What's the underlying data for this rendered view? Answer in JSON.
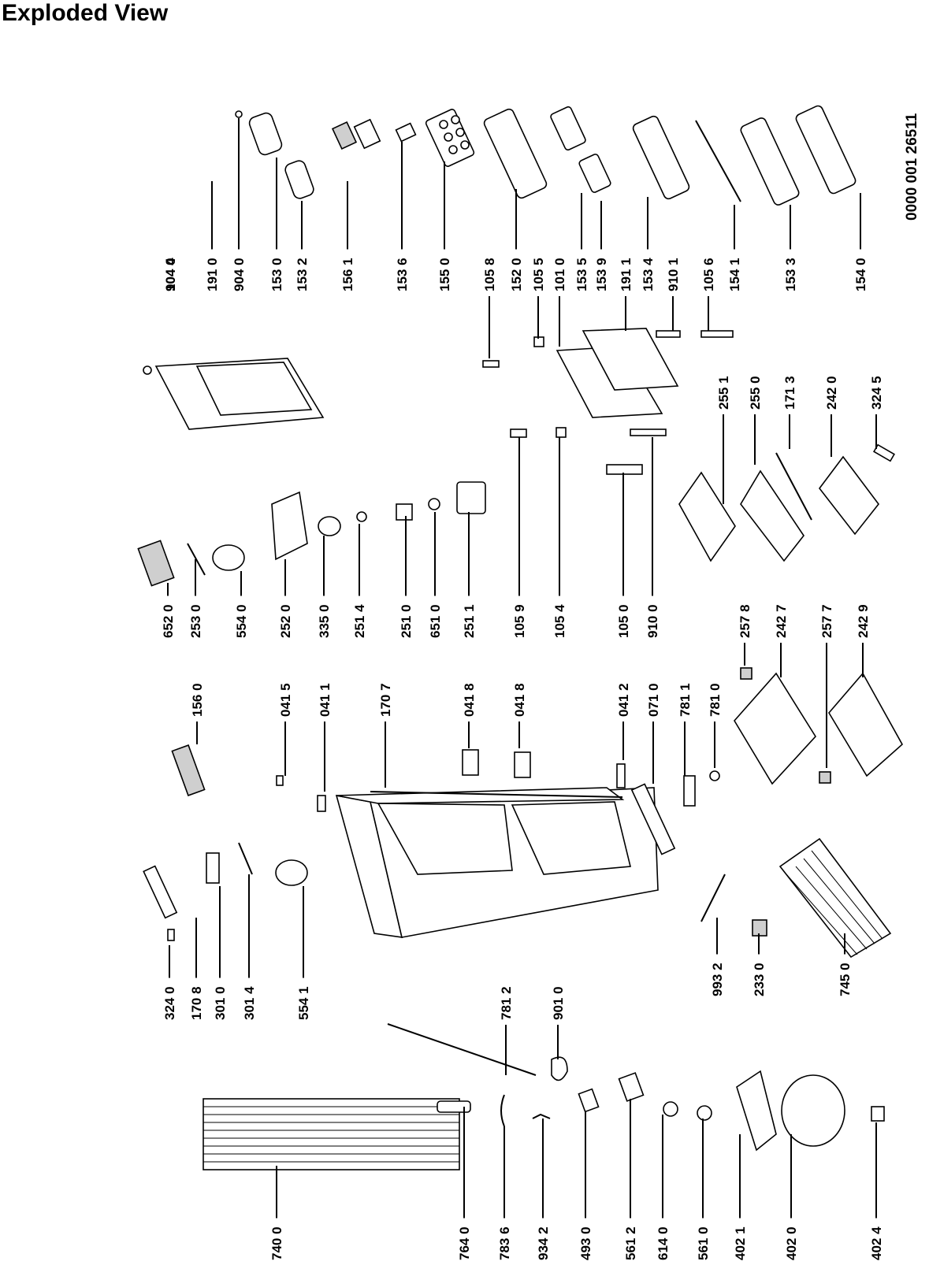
{
  "title": "Exploded View",
  "document_number": "0000 001 26511",
  "part_labels": [
    "904 4",
    "104 0",
    "191 0",
    "904 0",
    "153 0",
    "153 2",
    "156 1",
    "153 6",
    "155 0",
    "105 8",
    "152 0",
    "105 5",
    "101 0",
    "153 5",
    "153 9",
    "191 1",
    "153 4",
    "910 1",
    "105 6",
    "154 1",
    "153 3",
    "154 0",
    "652 0",
    "253 0",
    "554 0",
    "252 0",
    "335 0",
    "251 4",
    "251 0",
    "651 0",
    "251 1",
    "105 9",
    "105 4",
    "105 0",
    "910 0",
    "255 1",
    "255 0",
    "171 3",
    "242 0",
    "324 5",
    "156 0",
    "041 5",
    "041 1",
    "170 7",
    "041 8",
    "041 8",
    "041 2",
    "071 0",
    "781 1",
    "781 0",
    "257 8",
    "242 7",
    "257 7",
    "242 9",
    "324 0",
    "170 8",
    "301 0",
    "301 4",
    "554 1",
    "781 2",
    "901 0",
    "993 2",
    "233 0",
    "745 0",
    "740 0",
    "764 0",
    "783 6",
    "934 2",
    "493 0",
    "561 2",
    "614 0",
    "561 0",
    "402 1",
    "402 0",
    "402 4"
  ]
}
